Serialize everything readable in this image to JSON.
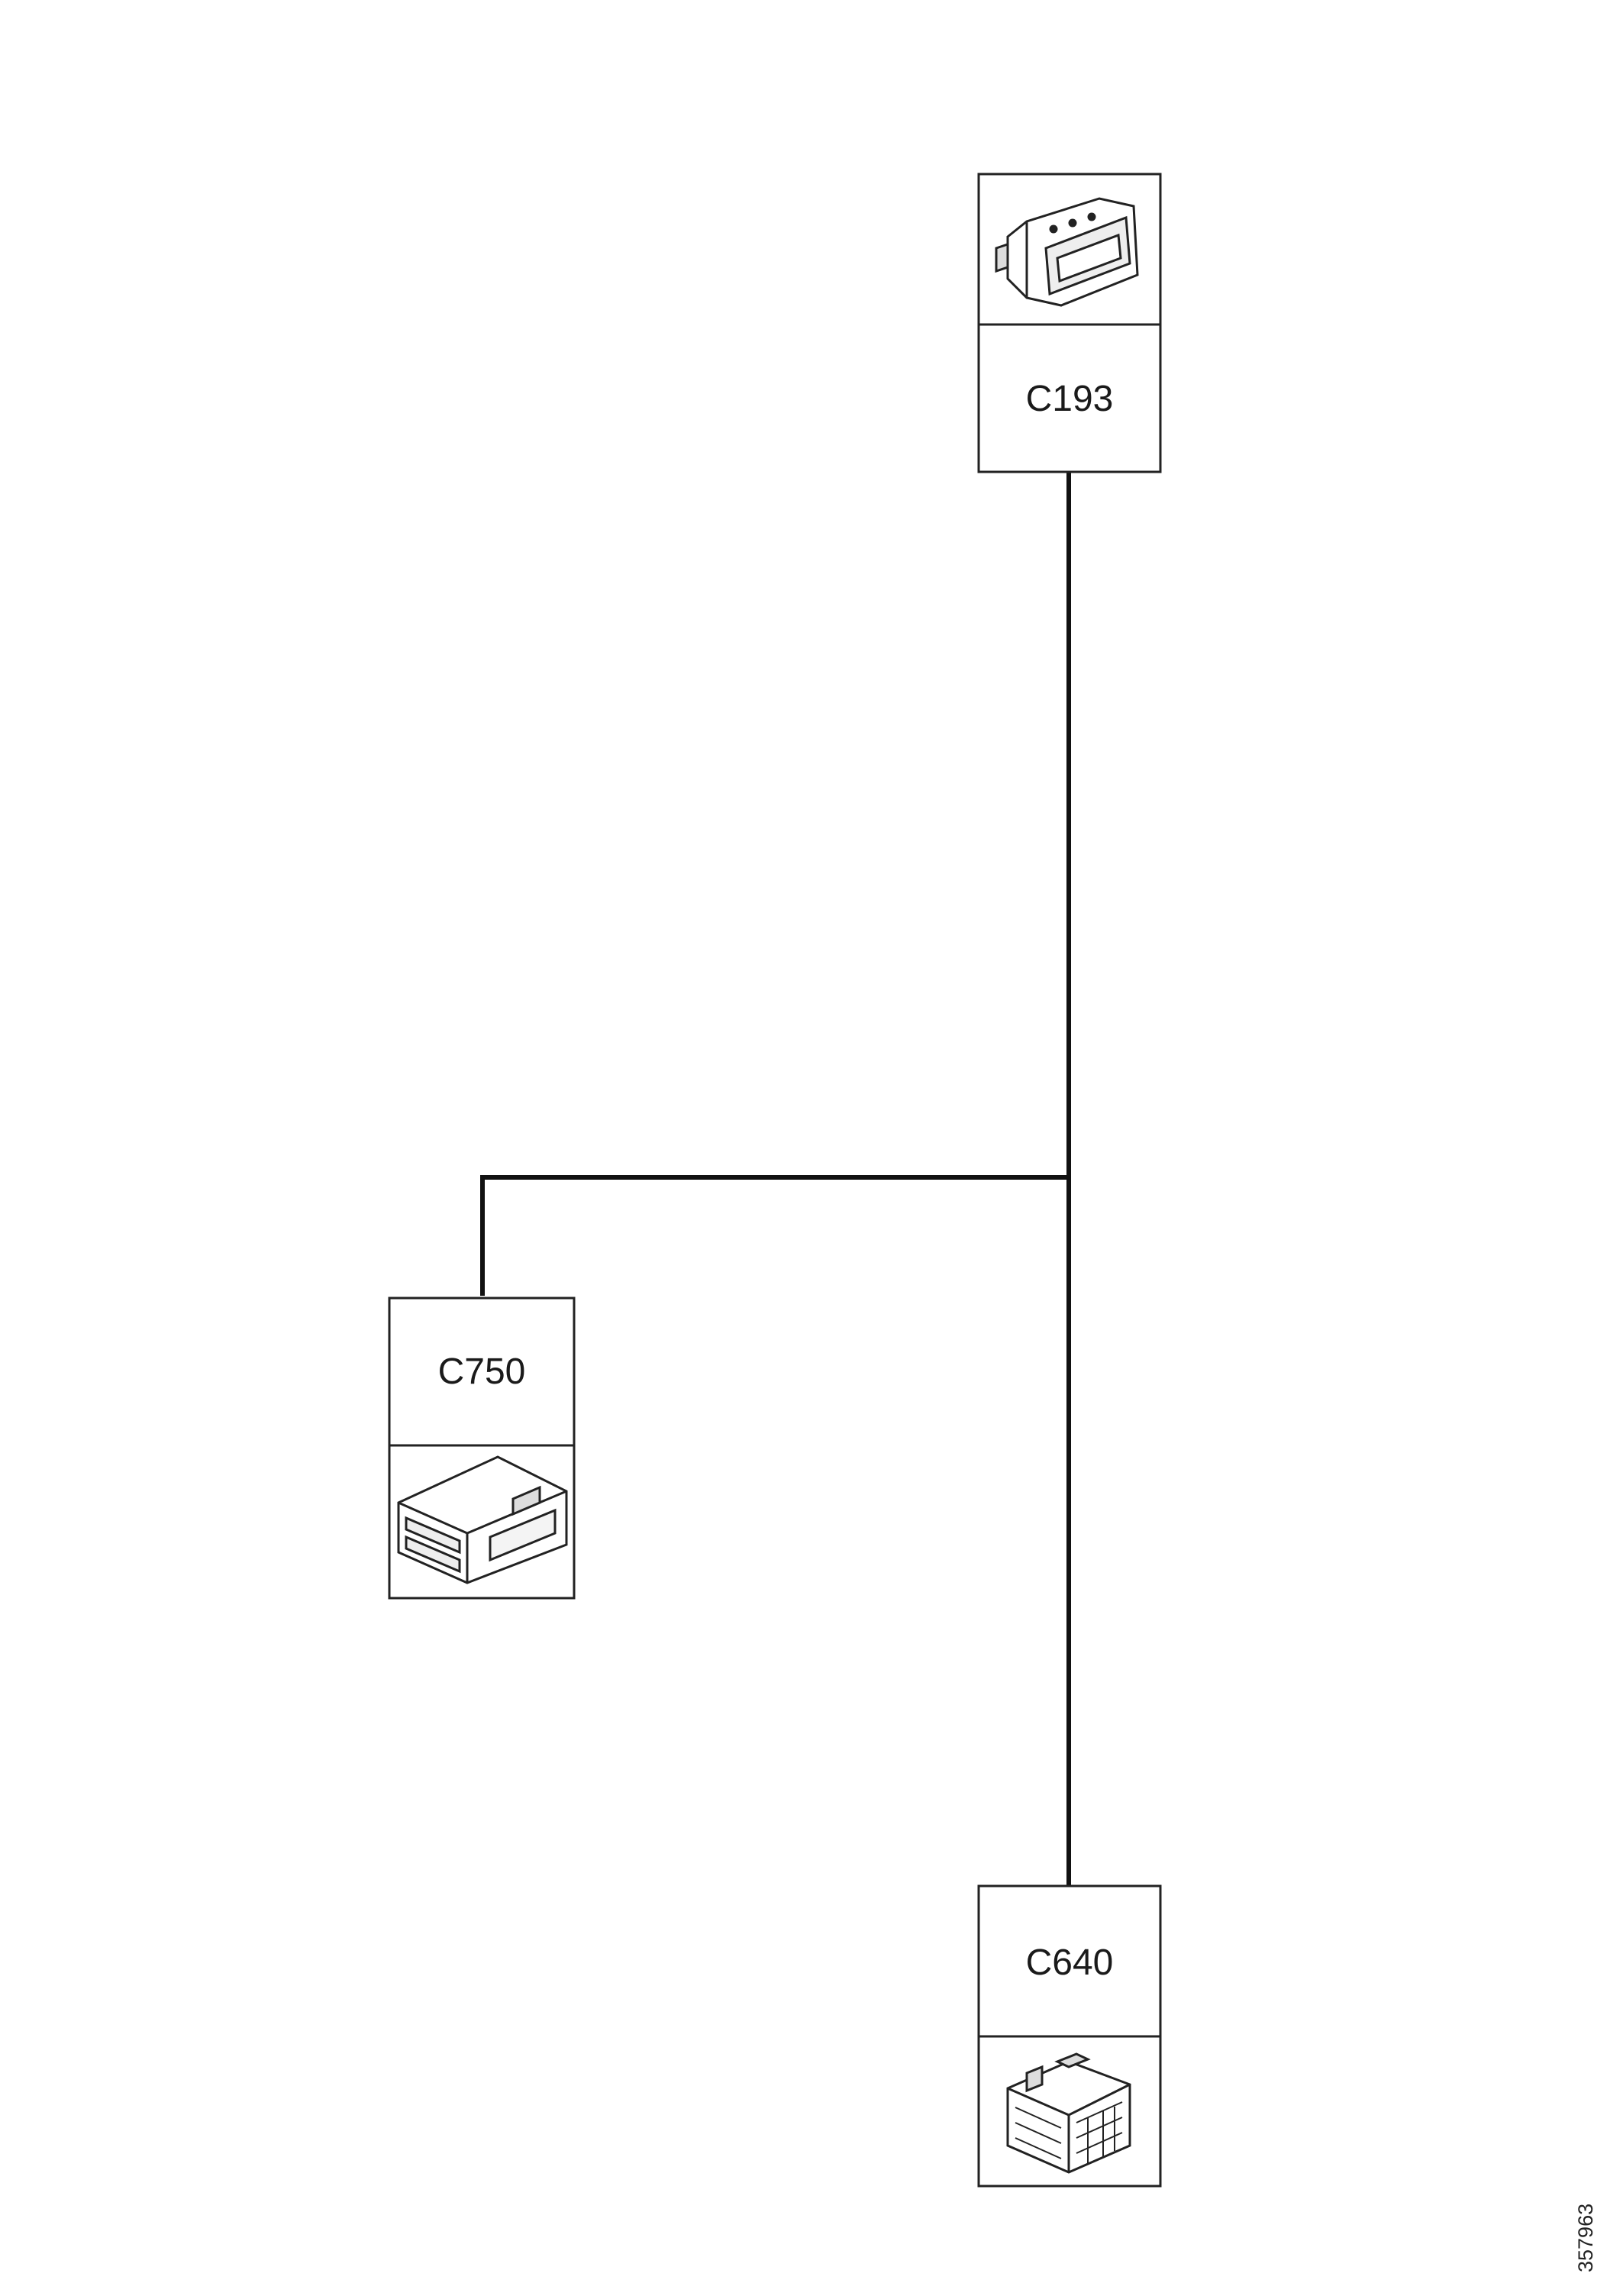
{
  "connectors": [
    {
      "id": "C193",
      "icon": "multi-pin-header-connector-icon"
    },
    {
      "id": "C750",
      "icon": "dual-row-connector-icon"
    },
    {
      "id": "C640",
      "icon": "grid-terminal-connector-icon"
    }
  ],
  "reference_number": "357963",
  "colors": {
    "line": "#111111",
    "box_border": "#222222",
    "background": "#ffffff"
  }
}
